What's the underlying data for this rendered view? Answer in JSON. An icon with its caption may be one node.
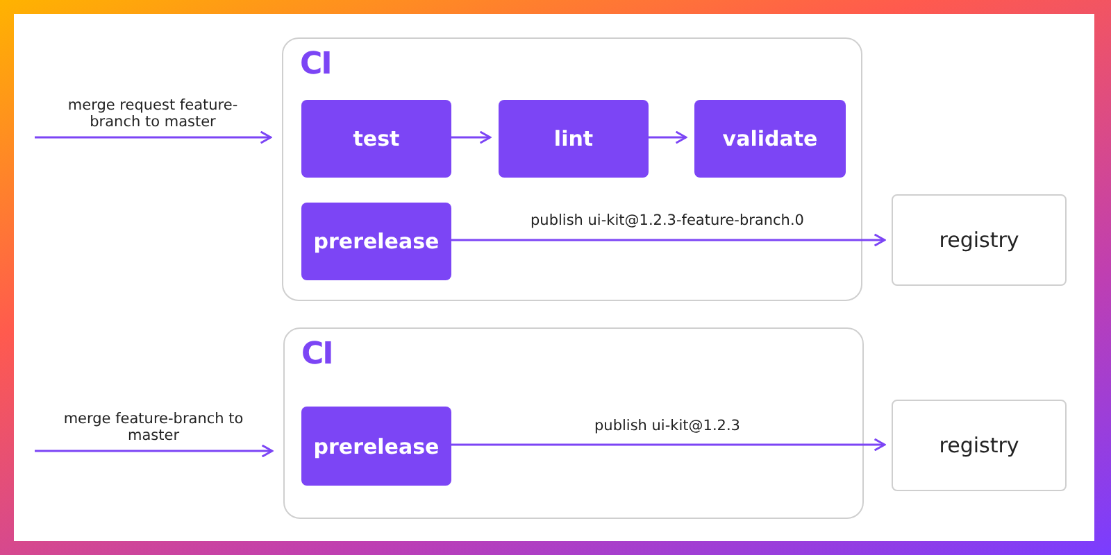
{
  "diagram": {
    "nodes": [
      {
        "text": [
          "CI"
        ]
      },
      {
        "text": [
          "test"
        ],
        "in": 0
      },
      {
        "text": [
          "lint"
        ],
        "in": 0
      },
      {
        "text": [
          "validate"
        ],
        "in": 0
      },
      {
        "text": [
          "prerelease"
        ],
        "in": 0
      },
      {
        "text": [
          "registry"
        ]
      },
      {
        "text": [
          "CI"
        ]
      },
      {
        "text": [
          "prerelease"
        ],
        "in": 6
      },
      {
        "text": [
          "registry"
        ]
      }
    ],
    "edges": [
      {
        "from": null,
        "to": 0,
        "arrow": "to",
        "label": "merge request feature-branch to master"
      },
      {
        "from": 1,
        "to": 2,
        "arrow": "to"
      },
      {
        "from": 2,
        "to": 3,
        "arrow": "to"
      },
      {
        "from": 4,
        "to": 5,
        "arrow": "to",
        "label": "publish ui-kit@1.2.3-feature-branch.0"
      },
      {
        "from": null,
        "to": 6,
        "arrow": "to",
        "label": "merge feature-branch to master"
      },
      {
        "from": 7,
        "to": 8,
        "arrow": "to",
        "label": "publish ui-kit@1.2.3"
      }
    ]
  }
}
